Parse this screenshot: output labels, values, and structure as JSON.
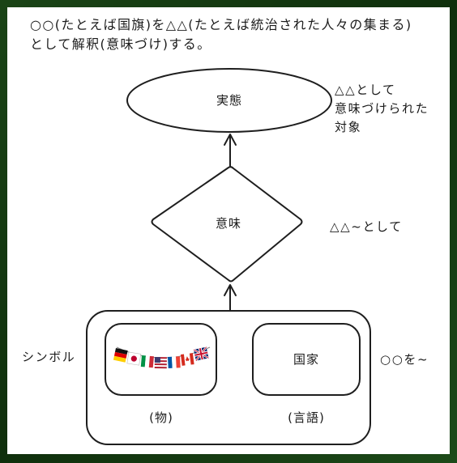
{
  "caption": {
    "line1": "○○(たとえば国旗)を△△(たとえば統治された人々の集まる)",
    "line2": "として解釈(意味づけ)する。"
  },
  "nodes": {
    "reality": "実態",
    "meaning": "意味",
    "country": "国家",
    "thing_label": "(物)",
    "language_label": "(言語)"
  },
  "side_labels": {
    "reality_line1": "△△として",
    "reality_line2": "意味づけられた",
    "reality_line3": "対象",
    "meaning": "△△~として",
    "symbol": "シンボル",
    "symbol_right": "○○を~"
  },
  "flags": [
    "germany",
    "japan",
    "italy",
    "usa",
    "france",
    "canada",
    "uk"
  ],
  "colors": {
    "stroke": "#1e1e1e",
    "frame": "#1a4416",
    "background": "#ffffff"
  }
}
